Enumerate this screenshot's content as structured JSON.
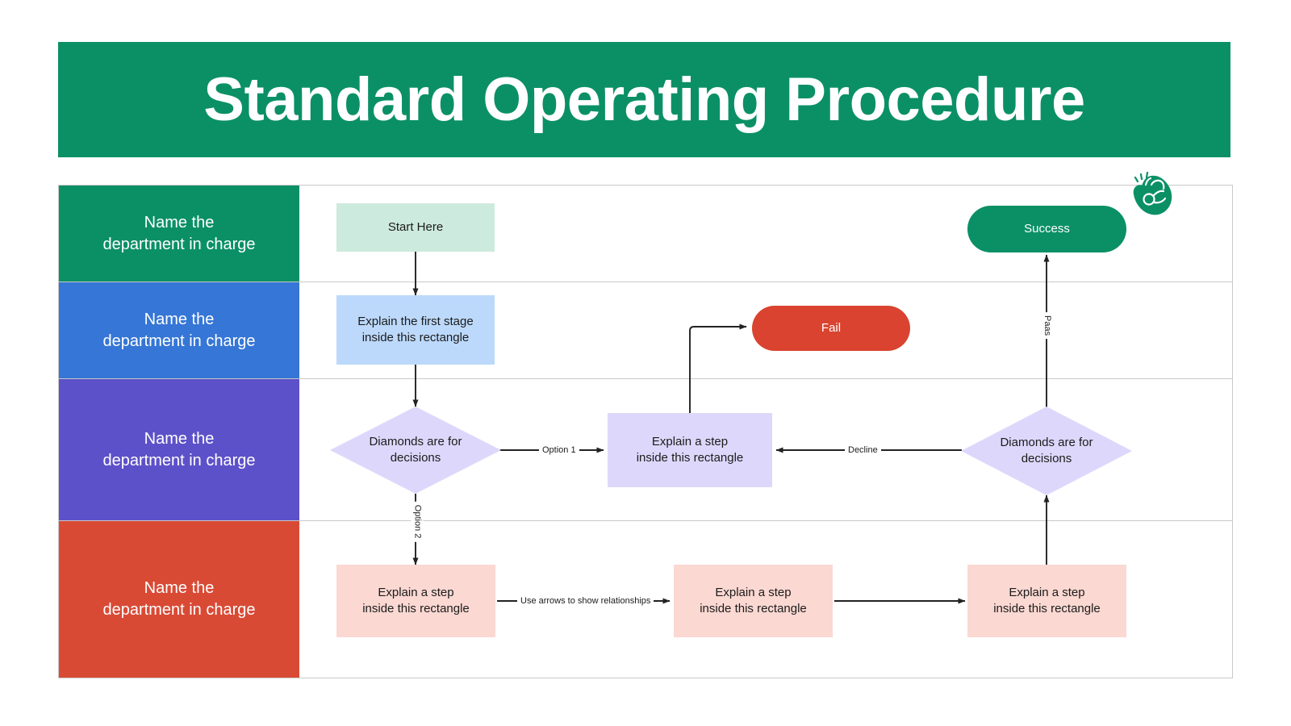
{
  "header": {
    "title": "Standard Operating Procedure",
    "background_color": "#0b9066",
    "text_color": "#ffffff"
  },
  "decoration": {
    "corner_icon": "ok-hand-icon",
    "corner_icon_color": "#0b9066"
  },
  "swimlanes": [
    {
      "id": "lane-1",
      "label": "Name the\ndepartment in charge",
      "color": "#0b9066"
    },
    {
      "id": "lane-2",
      "label": "Name the\ndepartment in charge",
      "color": "#3576d6"
    },
    {
      "id": "lane-3",
      "label": "Name the\ndepartment in charge",
      "color": "#5d51c9"
    },
    {
      "id": "lane-4",
      "label": "Name the\ndepartment in charge",
      "color": "#d94a35"
    }
  ],
  "nodes": {
    "start": {
      "label": "Start Here",
      "shape": "rectangle",
      "fill": "#cdeade",
      "lane": "lane-1"
    },
    "success": {
      "label": "Success",
      "shape": "pill",
      "fill": "#0b9066",
      "lane": "lane-1"
    },
    "first_stage": {
      "label": "Explain the first stage\ninside this rectangle",
      "shape": "rectangle",
      "fill": "#bcd9fb",
      "lane": "lane-2"
    },
    "fail": {
      "label": "Fail",
      "shape": "pill",
      "fill": "#d9432f",
      "lane": "lane-2"
    },
    "decision_left": {
      "label": "Diamonds are for\ndecisions",
      "shape": "diamond",
      "fill": "#ddd8fb",
      "lane": "lane-3"
    },
    "middle_step": {
      "label": "Explain a step\ninside this rectangle",
      "shape": "rectangle",
      "fill": "#ddd8fb",
      "lane": "lane-3"
    },
    "decision_right": {
      "label": "Diamonds are for\ndecisions",
      "shape": "diamond",
      "fill": "#ddd8fb",
      "lane": "lane-3"
    },
    "step_b1": {
      "label": "Explain a step\ninside this rectangle",
      "shape": "rectangle",
      "fill": "#fbd8d2",
      "lane": "lane-4"
    },
    "step_b2": {
      "label": "Explain a step\ninside this rectangle",
      "shape": "rectangle",
      "fill": "#fbd8d2",
      "lane": "lane-4"
    },
    "step_b3": {
      "label": "Explain a step\ninside this rectangle",
      "shape": "rectangle",
      "fill": "#fbd8d2",
      "lane": "lane-4"
    }
  },
  "edge_labels": {
    "option1": "Option 1",
    "option2": "Option 2",
    "decline": "Decline",
    "pass": "Paas",
    "relationships": "Use arrows to show relationships"
  },
  "colors": {
    "connector": "#222222",
    "grid_line": "#c9c9c9",
    "page_background": "#ffffff"
  }
}
